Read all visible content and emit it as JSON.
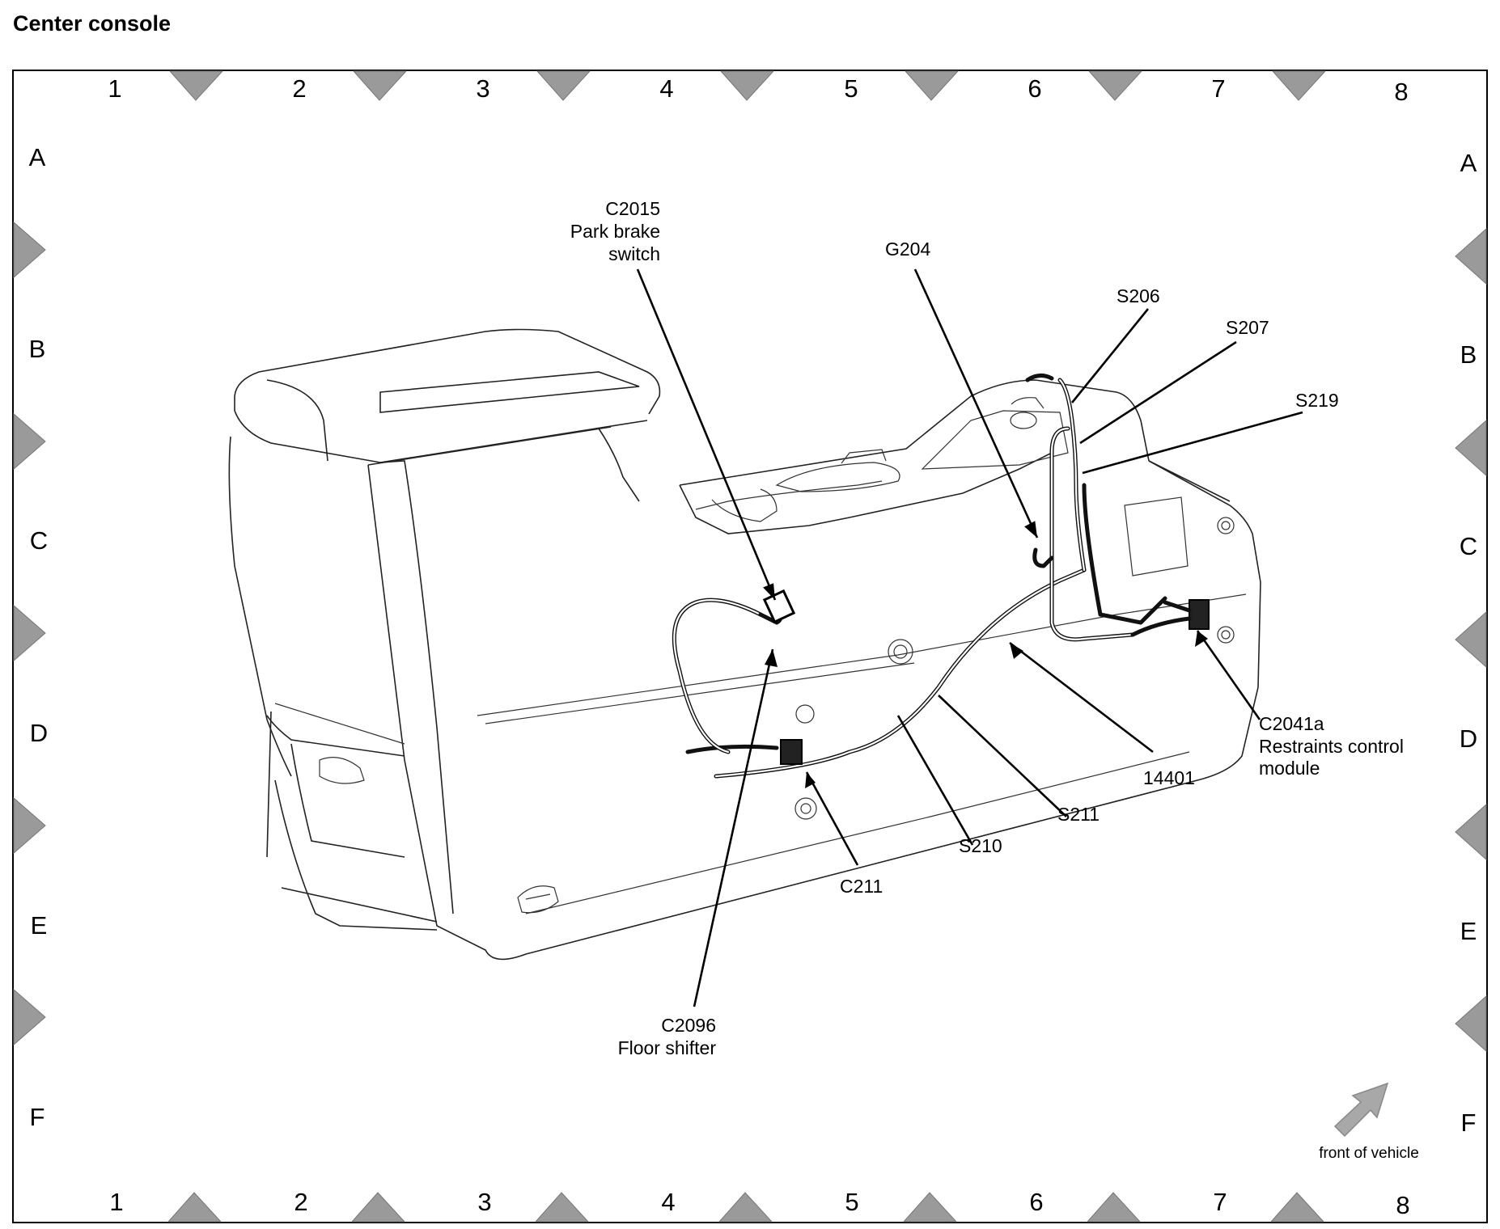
{
  "title": "Center console",
  "grid": {
    "columns": [
      "1",
      "2",
      "3",
      "4",
      "5",
      "6",
      "7",
      "8"
    ],
    "rows": [
      "A",
      "B",
      "C",
      "D",
      "E",
      "F"
    ]
  },
  "callouts": {
    "c2015": {
      "code": "C2015",
      "line1": "Park brake",
      "line2": "switch"
    },
    "g204": {
      "code": "G204"
    },
    "s206": {
      "code": "S206"
    },
    "s207": {
      "code": "S207"
    },
    "s219": {
      "code": "S219"
    },
    "c2041a": {
      "code": "C2041a",
      "line1": "Restraints control",
      "line2": "module"
    },
    "h14401": {
      "code": "14401"
    },
    "s211": {
      "code": "S211"
    },
    "s210": {
      "code": "S210"
    },
    "c211": {
      "code": "C211"
    },
    "c2096": {
      "code": "C2096",
      "line1": "Floor shifter"
    }
  },
  "orientation": {
    "label": "front of vehicle",
    "icon": "arrow-icon"
  }
}
